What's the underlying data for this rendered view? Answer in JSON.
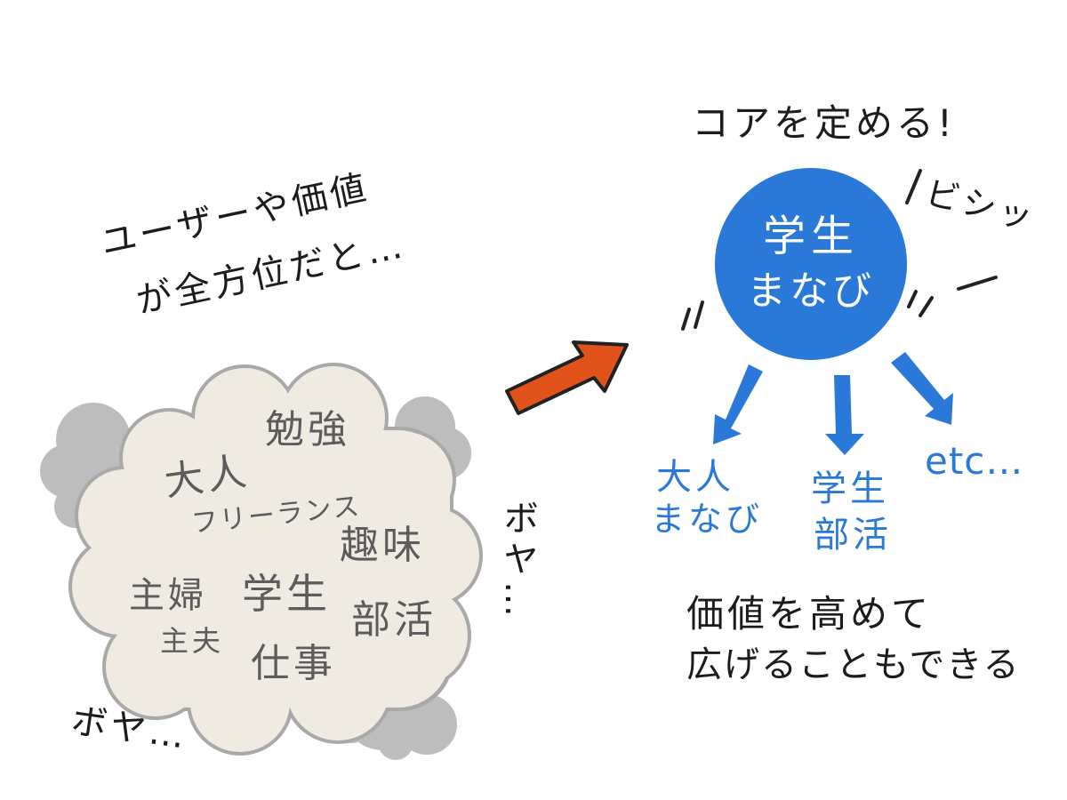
{
  "left": {
    "caption_lines": [
      "ユーザーや価値",
      "が全方位だと…"
    ],
    "cloud_words": {
      "adult": "大人",
      "study": "勉強",
      "freelance": "フリーランス",
      "hobby": "趣味",
      "homemaker_wife": "主婦",
      "homemaker_husband": "主夫",
      "student": "学生",
      "club": "部活",
      "work": "仕事"
    },
    "blur_side": "ボヤ…",
    "blur_bottom": "ボヤ…"
  },
  "right": {
    "title": "コアを定める!",
    "sound_effect": "ビシッ",
    "core_lines": [
      "学生",
      "まなび"
    ],
    "branches": [
      {
        "lines": [
          "大人",
          "まなび"
        ]
      },
      {
        "lines": [
          "学生",
          "部活"
        ]
      },
      {
        "lines": [
          "etc…"
        ]
      }
    ],
    "conclusion_lines": [
      "価値を高めて",
      "広げることもできる"
    ]
  },
  "colors": {
    "cloud_fill": "#efebe1",
    "cloud_outline": "#a9a9a9",
    "shadow_cloud": "#bdbdbd",
    "core_circle": "#2a78d8",
    "branch_blue": "#2a78d8",
    "arrow_orange": "#e2521b"
  }
}
